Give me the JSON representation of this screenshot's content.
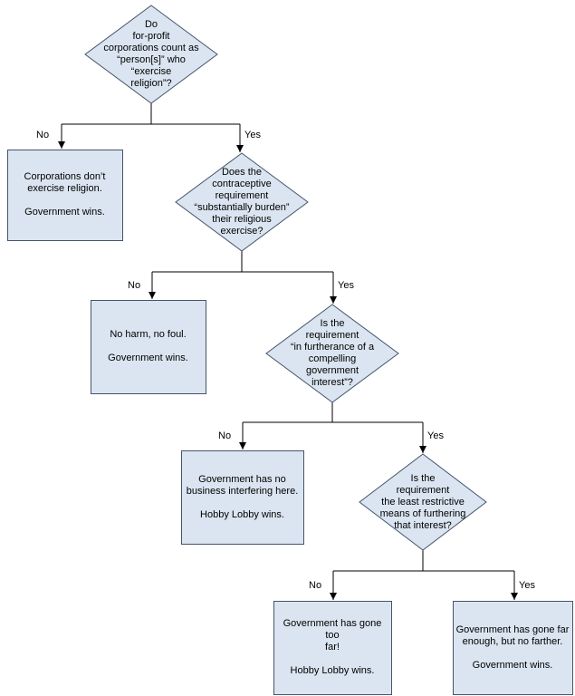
{
  "diagram": {
    "type": "flowchart",
    "colors": {
      "node_fill": "#dbe5f1",
      "node_border": "#44546a",
      "connector": "#000000",
      "text": "#000000",
      "background": "#ffffff"
    },
    "decisions": [
      {
        "id": "person",
        "text": "Do\nfor-profit\ncorporations count as\n“person[s]” who\n“exercise\nreligion”?"
      },
      {
        "id": "burden",
        "text": "Does the\ncontraceptive\nrequirement\n“substantially burden”\ntheir religious\nexercise?"
      },
      {
        "id": "interest",
        "text": "Is the\nrequirement\n“in furtherance of a\ncompelling\ngovernment\ninterest”?"
      },
      {
        "id": "least-restrictive",
        "text": "Is the\nrequirement\nthe least restrictive\nmeans of furthering\nthat interest?"
      }
    ],
    "outcomes": [
      {
        "id": "corporations",
        "text": "Corporations don’t\nexercise religion.\n\nGovernment wins."
      },
      {
        "id": "no-harm",
        "text": "No harm, no foul.\n\nGovernment wins."
      },
      {
        "id": "no-business",
        "text": "Government has no\nbusiness interfering here.\n\nHobby Lobby wins."
      },
      {
        "id": "too-far",
        "text": "Government has gone too\nfar!\n\nHobby Lobby wins."
      },
      {
        "id": "far-enough",
        "text": "Government has gone far\nenough, but no farther.\n\nGovernment wins."
      }
    ],
    "edges": [
      {
        "from": "person",
        "no": "No",
        "yes": "Yes"
      },
      {
        "from": "burden",
        "no": "No",
        "yes": "Yes"
      },
      {
        "from": "interest",
        "no": "No",
        "yes": "Yes"
      },
      {
        "from": "least-restrictive",
        "no": "No",
        "yes": "Yes"
      }
    ]
  }
}
